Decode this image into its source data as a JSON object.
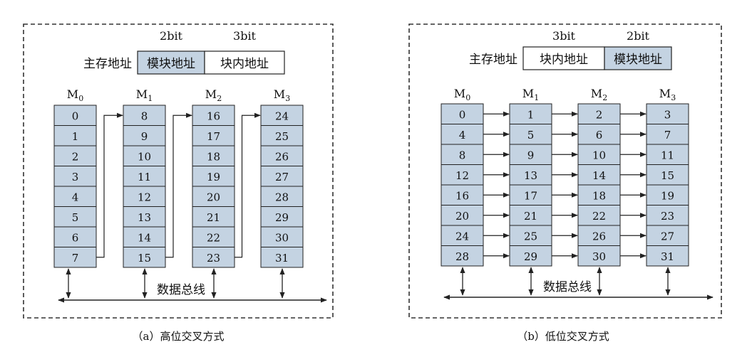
{
  "colors": {
    "cell_fill": "#c4d3e2",
    "stroke": "#222222",
    "frame": "#333333"
  },
  "panels": [
    {
      "id": "a",
      "caption": "（a）高位交叉方式",
      "address": {
        "label": "主存地址",
        "fields": [
          {
            "bits": "2bit",
            "text": "模块地址",
            "shaded": true
          },
          {
            "bits": "3bit",
            "text": "块内地址",
            "shaded": false
          }
        ]
      },
      "modules": [
        {
          "name": "M",
          "sub": "0",
          "cells": [
            "0",
            "1",
            "2",
            "3",
            "4",
            "5",
            "6",
            "7"
          ]
        },
        {
          "name": "M",
          "sub": "1",
          "cells": [
            "8",
            "9",
            "10",
            "11",
            "12",
            "13",
            "14",
            "15"
          ]
        },
        {
          "name": "M",
          "sub": "2",
          "cells": [
            "16",
            "17",
            "18",
            "19",
            "20",
            "21",
            "22",
            "23"
          ]
        },
        {
          "name": "M",
          "sub": "3",
          "cells": [
            "24",
            "25",
            "26",
            "27",
            "28",
            "29",
            "30",
            "31"
          ]
        }
      ],
      "bus_label": "数据总线"
    },
    {
      "id": "b",
      "caption": "（b）低位交叉方式",
      "address": {
        "label": "主存地址",
        "fields": [
          {
            "bits": "3bit",
            "text": "块内地址",
            "shaded": false
          },
          {
            "bits": "2bit",
            "text": "模块地址",
            "shaded": true
          }
        ]
      },
      "modules": [
        {
          "name": "M",
          "sub": "0",
          "cells": [
            "0",
            "4",
            "8",
            "12",
            "16",
            "20",
            "24",
            "28"
          ]
        },
        {
          "name": "M",
          "sub": "1",
          "cells": [
            "1",
            "5",
            "9",
            "13",
            "17",
            "21",
            "25",
            "29"
          ]
        },
        {
          "name": "M",
          "sub": "2",
          "cells": [
            "2",
            "6",
            "10",
            "14",
            "18",
            "22",
            "26",
            "30"
          ]
        },
        {
          "name": "M",
          "sub": "3",
          "cells": [
            "3",
            "7",
            "11",
            "15",
            "19",
            "23",
            "27",
            "31"
          ]
        }
      ],
      "bus_label": "数据总线"
    }
  ]
}
